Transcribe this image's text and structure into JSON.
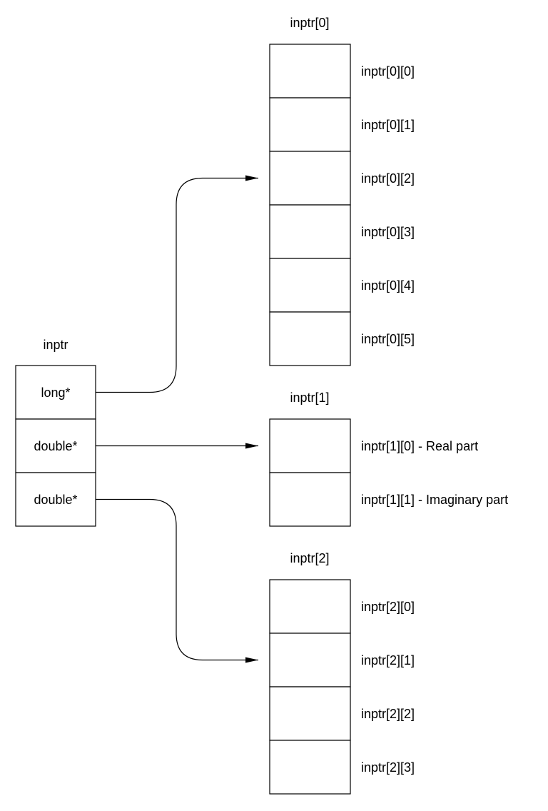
{
  "pointer_array": {
    "title": "inptr",
    "cells": [
      "long*",
      "double*",
      "double*"
    ]
  },
  "arrays": [
    {
      "title": "inptr[0]",
      "labels": [
        "inptr[0][0]",
        "inptr[0][1]",
        "inptr[0][2]",
        "inptr[0][3]",
        "inptr[0][4]",
        "inptr[0][5]"
      ]
    },
    {
      "title": "inptr[1]",
      "labels": [
        "inptr[1][0] - Real part",
        "inptr[1][1] - Imaginary part"
      ]
    },
    {
      "title": "inptr[2]",
      "labels": [
        "inptr[2][0]",
        "inptr[2][1]",
        "inptr[2][2]",
        "inptr[2][3]"
      ]
    }
  ],
  "connections": [
    {
      "from_cell": 0,
      "to_array": 0,
      "to_index": 2
    },
    {
      "from_cell": 1,
      "to_array": 1,
      "to_index": 0
    },
    {
      "from_cell": 2,
      "to_array": 2,
      "to_index": 1
    }
  ]
}
